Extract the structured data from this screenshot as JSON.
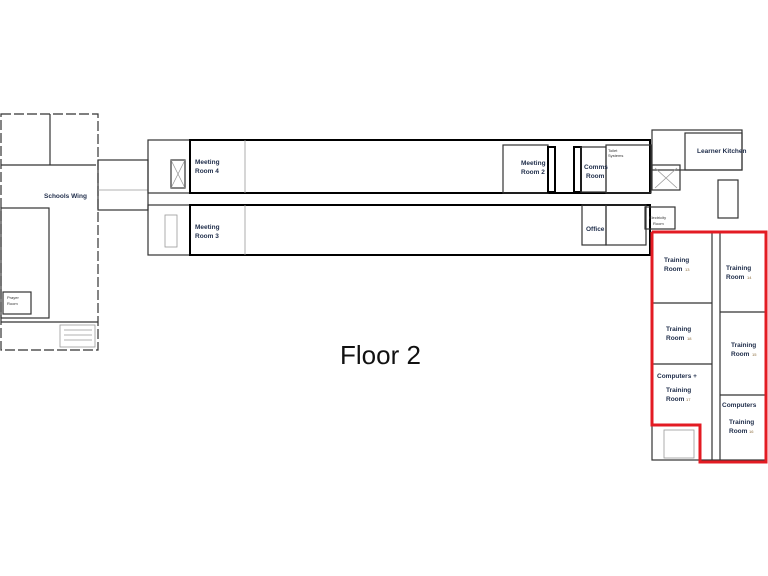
{
  "title": "Floor 2",
  "highlight_color": "#e31b23",
  "rooms": {
    "schools_wing": "Schools Wing",
    "prayer_room": [
      "Prayer",
      "Room"
    ],
    "meeting_room_4": [
      "Meeting",
      "Room 4"
    ],
    "meeting_room_3": [
      "Meeting",
      "Room 3"
    ],
    "meeting_room_2": [
      "Meeting",
      "Room 2"
    ],
    "comms_room": [
      "Comms",
      "Room"
    ],
    "office": "Office",
    "learner_kitchen": "Learner Kitchen",
    "electricity_room": [
      "Electricity",
      "Room"
    ],
    "toilet_systems": [
      "Toilet",
      "Systems"
    ],
    "training_rooms": [
      {
        "prefix": "",
        "line1": "Training",
        "line2": "Room",
        "number": "13"
      },
      {
        "prefix": "",
        "line1": "Training",
        "line2": "Room",
        "number": "14"
      },
      {
        "prefix": "",
        "line1": "Training",
        "line2": "Room",
        "number": "18"
      },
      {
        "prefix": "",
        "line1": "Training",
        "line2": "Room",
        "number": "15"
      },
      {
        "prefix": "Computers +",
        "line1": "Training",
        "line2": "Room",
        "number": "17"
      },
      {
        "prefix": "Computers",
        "line1": "Training",
        "line2": "Room",
        "number": "16"
      }
    ]
  }
}
